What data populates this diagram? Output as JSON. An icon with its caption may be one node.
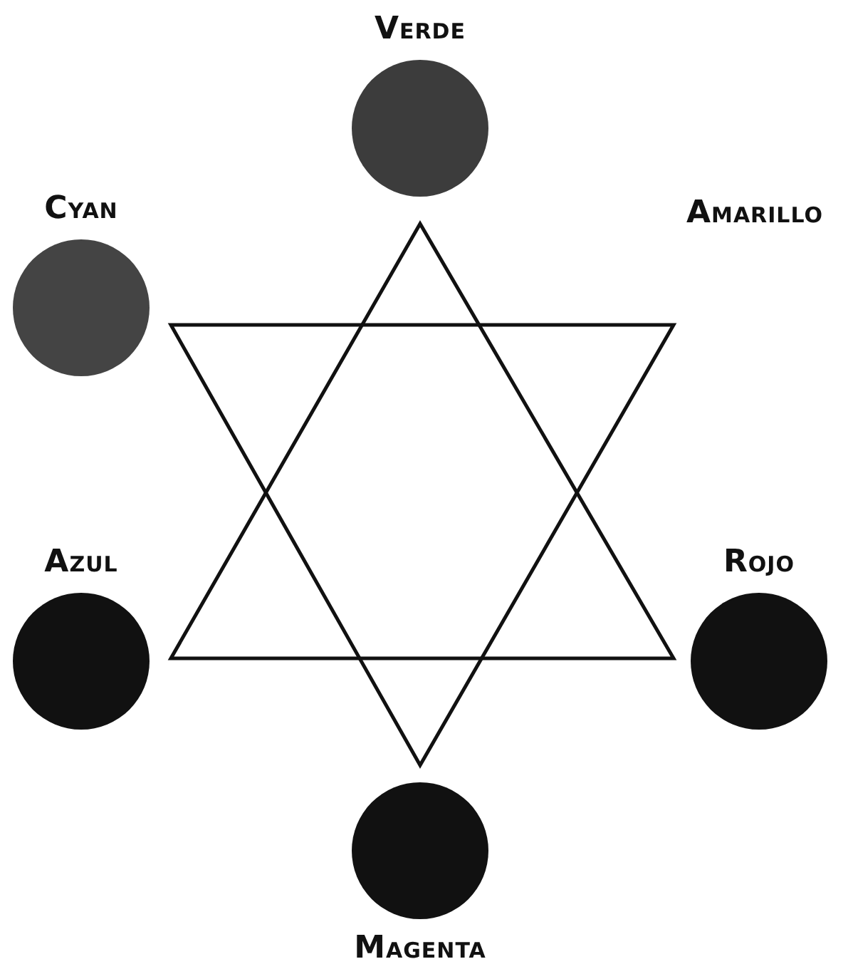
{
  "diagram": {
    "nodes": [
      {
        "text": [
          "Verde"
        ]
      },
      {
        "text": [
          "Cyan"
        ]
      },
      {
        "text": [
          "Azul"
        ]
      },
      {
        "text": [
          "Rojo"
        ]
      },
      {
        "text": [
          "Magenta"
        ]
      }
    ],
    "labels": [
      "Amarillo"
    ]
  }
}
